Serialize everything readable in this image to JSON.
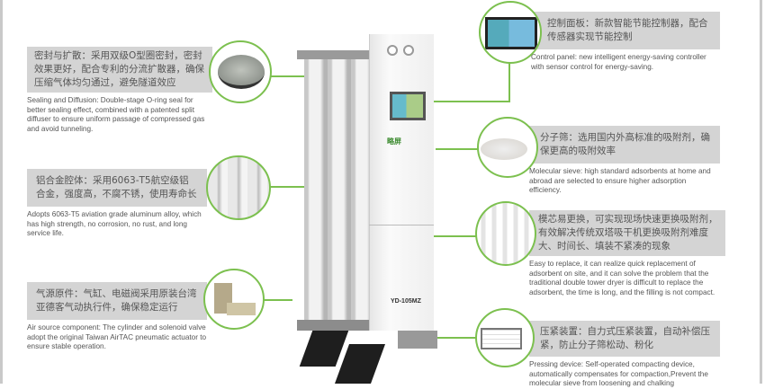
{
  "features": [
    {
      "id": "sealing",
      "zh": "密封与扩散：采用双级O型圈密封，密封效果更好，配合专利的分流扩散器，确保压缩气体均匀通过，避免隧道效应",
      "en": "Sealing and Diffusion: Double-stage O-ring seal for better sealing effect, combined with a patented split diffuser to ensure uniform passage of compressed gas and avoid tunneling."
    },
    {
      "id": "aluminum",
      "zh": "铝合金腔体：采用6063-T5航空级铝合金，强度高，不腐不锈，使用寿命长",
      "en": "Adopts 6063-T5 aviation grade aluminum alloy, which has high strength, no corrosion, no rust, and long service life."
    },
    {
      "id": "air-source",
      "zh": "气源原件：气缸、电磁阀采用原装台湾亚德客气动执行件，确保稳定运行",
      "en": "Air source component: The cylinder and solenoid valve adopt the original Taiwan AirTAC pneumatic actuator to ensure stable operation."
    },
    {
      "id": "control-panel",
      "zh": "控制面板：新款智能节能控制器，配合传感器实现节能控制",
      "en": "Control panel: new intelligent energy-saving controller with sensor control for energy-saving."
    },
    {
      "id": "molecular-sieve",
      "zh": "分子筛：选用国内外高标准的吸附剂，确保更高的吸附效率",
      "en": "Molecular sieve: high standard adsorbents at home and abroad are selected to ensure higher adsorption efficiency."
    },
    {
      "id": "cartridge",
      "zh": "模芯易更换，可实现现场快速更换吸附剂，有效解决传统双塔吸干机更换吸附剂难度大、时间长、填装不紧凑的现象",
      "en": "Easy to replace, it can realize quick replacement of adsorbent on site, and it can solve the problem that the traditional double tower dryer is difficult to replace the adsorbent, the time is long, and the filling is not compact."
    },
    {
      "id": "pressing",
      "zh": "压紧装置：自力式压紧装置，自动补偿压紧，防止分子筛松动、粉化",
      "en": "Pressing device: Self-operated compacting device, automatically compensates for compaction,Prevent the molecular sieve from loosening and chalking"
    }
  ],
  "machine": {
    "model": "YD-105MZ",
    "logo": "略屏"
  },
  "colors": {
    "accent": "#7cc04f",
    "box": "#d4d4d4"
  }
}
